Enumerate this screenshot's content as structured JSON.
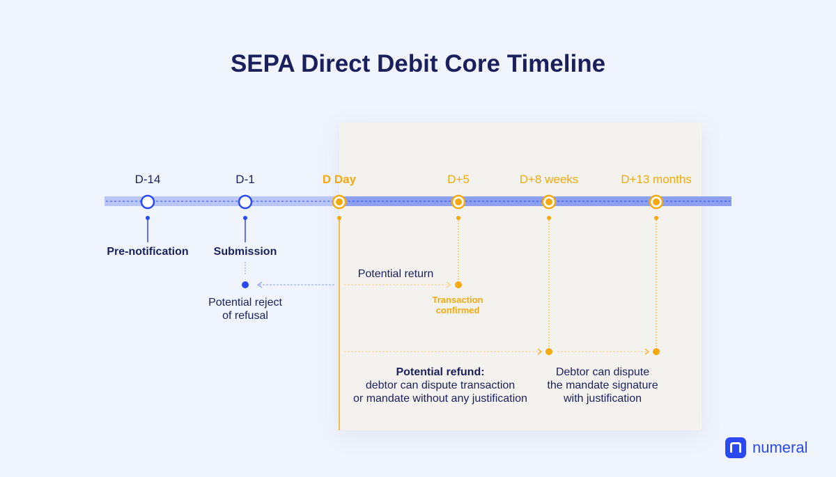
{
  "title": "SEPA Direct Debit Core Timeline",
  "milestones": [
    {
      "label": "D-14",
      "event": "Pre-notification"
    },
    {
      "label": "D-1",
      "event": "Submission"
    },
    {
      "label": "D Day"
    },
    {
      "label": "D+5"
    },
    {
      "label": "D+8 weeks"
    },
    {
      "label": "D+13 months"
    }
  ],
  "annotations": {
    "potential_return": "Potential return",
    "reject_line1": "Potential reject",
    "reject_line2": "of refusal",
    "confirmed_line1": "Transaction",
    "confirmed_line2": "confirmed",
    "refund_title": "Potential refund:",
    "refund_line1": "debtor can dispute transaction",
    "refund_line2": "or mandate without any justification",
    "dispute_line1": "Debtor can dispute",
    "dispute_line2": "the mandate signature",
    "dispute_line3": "with justification"
  },
  "brand": {
    "name": "numeral"
  },
  "colors": {
    "navy": "#1b1f5c",
    "blue": "#2b48f2",
    "orange": "#f5a90e"
  }
}
